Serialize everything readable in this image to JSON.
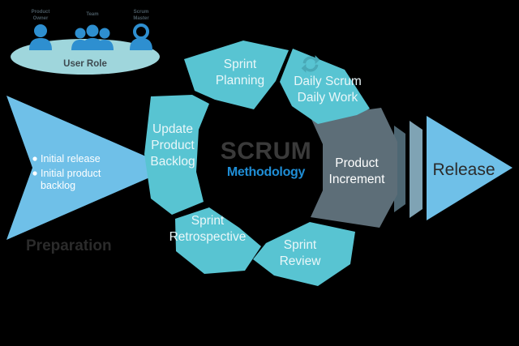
{
  "title": "SCRUM Methodology",
  "center": {
    "main": "SCRUM",
    "sub": "Methodology"
  },
  "colors": {
    "background": "#000000",
    "wheel_teal": "#58C4D2",
    "increment_gray": "#5D6E78",
    "arrow_blue": "#6FC0E8",
    "role_ellipse": "#9FD6DC",
    "figure_blue": "#2E8FD0",
    "scrum_text": "#3A3A3A",
    "methodology_text": "#1F8ED6",
    "chevron_light": "#7FA3B4",
    "chevron_dark": "#4E6773"
  },
  "user_role": {
    "caption": "User Role",
    "roles": [
      {
        "label_line1": "Product",
        "label_line2": "Owner",
        "icon": "person-icon"
      },
      {
        "label_line1": "Team",
        "label_line2": "",
        "icon": "people-group-icon"
      },
      {
        "label_line1": "Scrum",
        "label_line2": "Master",
        "icon": "person-icon"
      }
    ]
  },
  "preparation": {
    "title": "Preparation",
    "bullets": [
      "Initial release",
      "Initial product",
      "backlog"
    ]
  },
  "wheel": {
    "segments": [
      {
        "id": "sprint-planning",
        "lines": [
          "Sprint",
          "Planning"
        ],
        "color": "teal",
        "icon": null
      },
      {
        "id": "daily-scrum",
        "lines": [
          "Daily Scrum",
          "Daily Work"
        ],
        "color": "teal",
        "icon": "refresh-sync-icon"
      },
      {
        "id": "product-increment",
        "lines": [
          "Product",
          "Increment"
        ],
        "color": "gray",
        "icon": null
      },
      {
        "id": "sprint-review",
        "lines": [
          "Sprint",
          "Review"
        ],
        "color": "teal",
        "icon": null
      },
      {
        "id": "sprint-retrospective",
        "lines": [
          "Sprint",
          "Retrospective"
        ],
        "color": "teal",
        "icon": null
      },
      {
        "id": "update-product-backlog",
        "lines": [
          "Update",
          "Product",
          "Backlog"
        ],
        "color": "teal",
        "icon": null
      }
    ]
  },
  "release": {
    "label": "Release"
  }
}
